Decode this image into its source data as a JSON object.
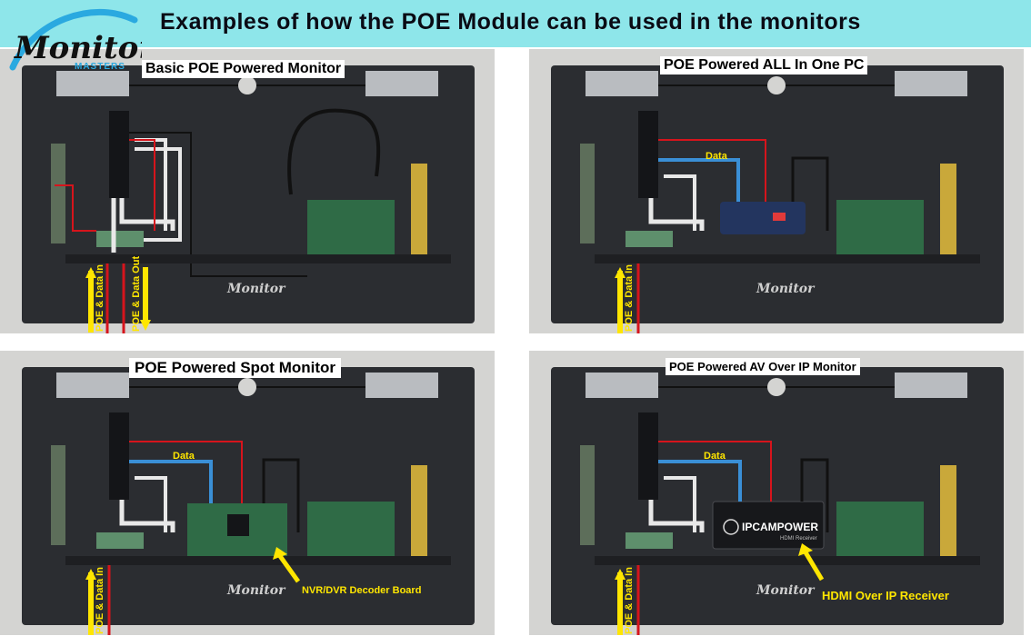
{
  "header": {
    "title": "Examples of how the POE Module can be used in the monitors",
    "logo_word": "Monitor",
    "logo_sub": "MASTERS"
  },
  "panels": [
    {
      "title": "Basic POE Powered Monitor",
      "side_in": "POE & Data In",
      "side_out": "POE & Data Out"
    },
    {
      "title": "POE Powered ALL In One PC",
      "data_label": "Data",
      "side_in": "POE & Data In"
    },
    {
      "title": "POE Powered Spot Monitor",
      "data_label": "Data",
      "side_in": "POE & Data In",
      "callout": "NVR/DVR Decoder Board"
    },
    {
      "title": "POE Powered AV Over IP Monitor",
      "data_label": "Data",
      "side_in": "POE & Data In",
      "callout": "HDMI Over IP Receiver",
      "device_brand": "IPCAMPOWER",
      "device_port": "HDMI Receiver"
    }
  ],
  "colors": {
    "header_bg": "#8ee6ea",
    "panel_plate": "#2b2d31",
    "callout_yellow": "#ffe600",
    "data_cable": "#3a8fd6",
    "power_red": "#d6141c"
  }
}
